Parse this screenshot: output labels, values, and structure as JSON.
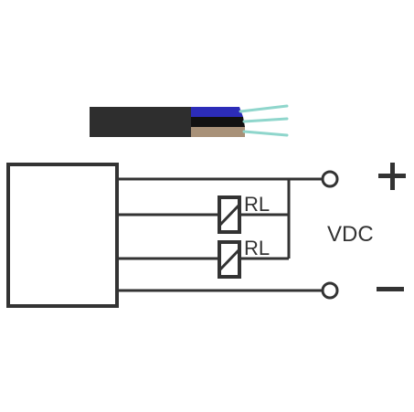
{
  "diagram": {
    "relay_label_1": "RL",
    "relay_label_2": "RL",
    "supply_label": "VDC",
    "positive_symbol": "+",
    "negative_symbol": "−"
  },
  "colors": {
    "line": "#333333",
    "cable_jacket": "#2e2e2e",
    "wire_blue": "#2c2cb8",
    "wire_black": "#111111",
    "wire_brown": "#a89178",
    "wire_cyan": "#8fd6cc"
  },
  "cable": {
    "wires": [
      "blue",
      "black",
      "brown"
    ]
  }
}
